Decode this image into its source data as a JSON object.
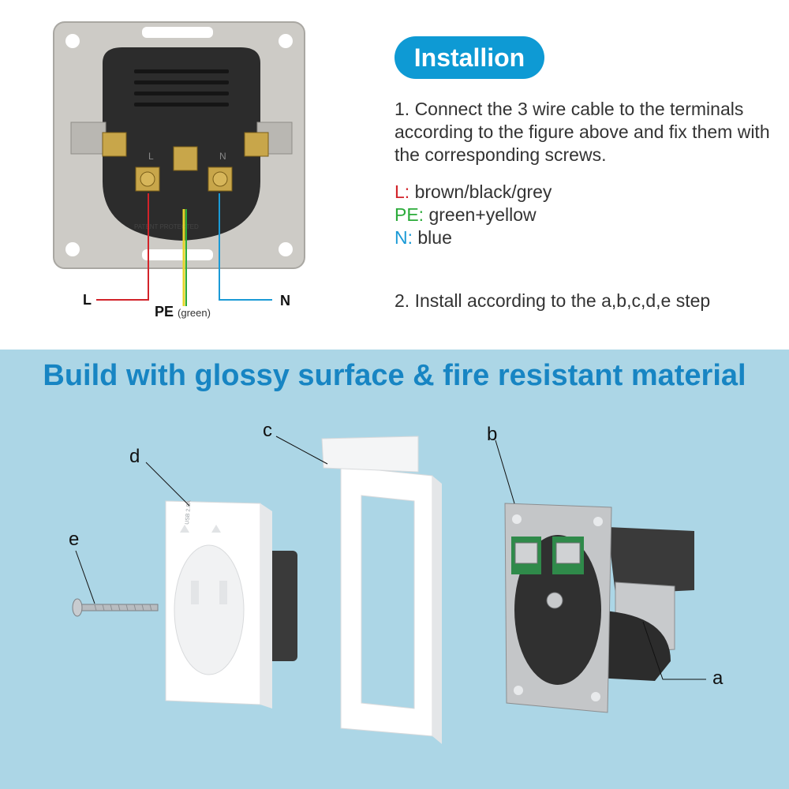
{
  "title": "Installion",
  "steps": {
    "step1": "1. Connect the 3 wire cable to the terminals according to the figure above and fix them with the corresponding screws.",
    "step2": "2. Install according to the a,b,c,d,e step"
  },
  "wires": [
    {
      "code": "L:",
      "desc": "brown/black/grey",
      "color": "#d2232a"
    },
    {
      "code": "PE:",
      "desc": "green+yellow",
      "color": "#2bab3a"
    },
    {
      "code": "N:",
      "desc": "blue",
      "color": "#1b9ad6"
    }
  ],
  "diagram_labels": {
    "L": "L",
    "PE": "PE",
    "PE_sub": "(green)",
    "N": "N",
    "terminal_L": "L",
    "terminal_N": "N",
    "embossed": "PATENT PROTECTED"
  },
  "headline": "Build with glossy surface & fire resistant material",
  "parts": {
    "a": "a",
    "b": "b",
    "c": "c",
    "d": "d",
    "e": "e"
  },
  "usb_marking": "USB 2.8A",
  "colors": {
    "accent": "#0e9ad4",
    "headline": "#1785c3",
    "band": "#acd6e6"
  }
}
